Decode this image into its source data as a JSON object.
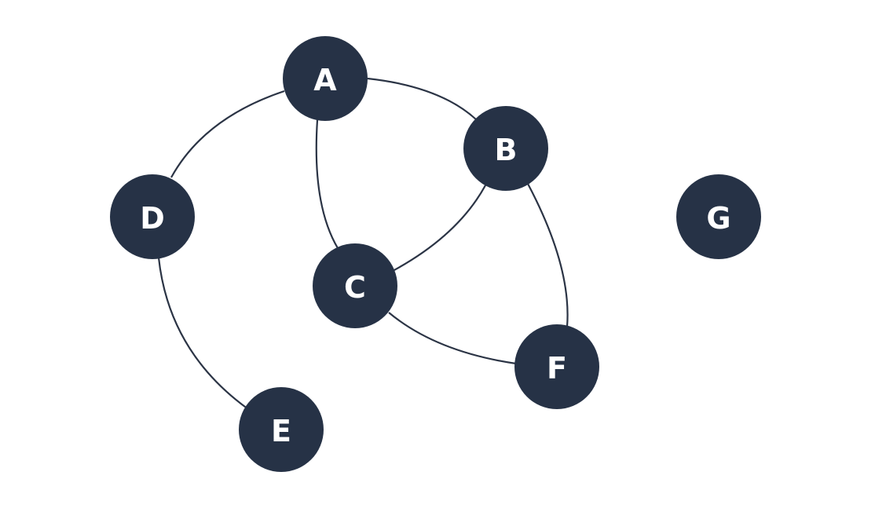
{
  "graph": {
    "nodes": [
      {
        "id": "A",
        "label": "A"
      },
      {
        "id": "B",
        "label": "B"
      },
      {
        "id": "C",
        "label": "C"
      },
      {
        "id": "D",
        "label": "D"
      },
      {
        "id": "E",
        "label": "E"
      },
      {
        "id": "F",
        "label": "F"
      },
      {
        "id": "G",
        "label": "G"
      }
    ],
    "edges": [
      {
        "from": "A",
        "to": "B"
      },
      {
        "from": "A",
        "to": "C"
      },
      {
        "from": "A",
        "to": "D"
      },
      {
        "from": "B",
        "to": "C"
      },
      {
        "from": "B",
        "to": "F"
      },
      {
        "from": "C",
        "to": "F"
      },
      {
        "from": "D",
        "to": "E"
      }
    ],
    "colors": {
      "node_fill": "#263246",
      "node_text": "#ffffff",
      "edge": "#2b3445",
      "background": "#ffffff"
    }
  }
}
